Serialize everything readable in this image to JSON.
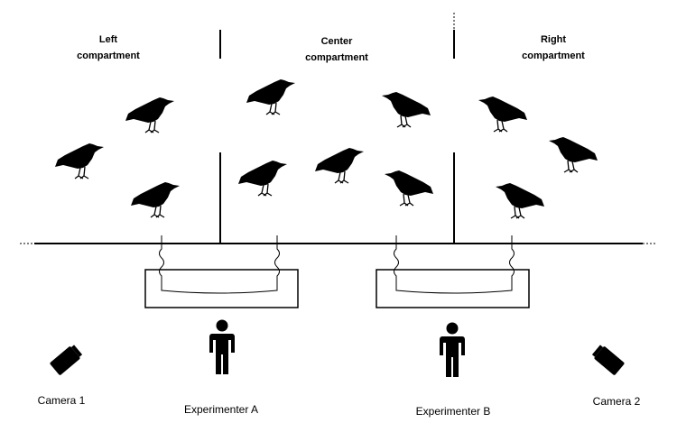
{
  "compartments": {
    "left": {
      "line1": "Left",
      "line2": "compartment"
    },
    "center": {
      "line1": "Center",
      "line2": "compartment"
    },
    "right": {
      "line1": "Right",
      "line2": "compartment"
    }
  },
  "people": {
    "experimenter_a": "Experimenter A",
    "experimenter_b": "Experimenter B"
  },
  "cameras": {
    "camera_1": "Camera 1",
    "camera_2": "Camera 2"
  },
  "icons": {
    "bird": "crow-silhouette-icon",
    "person": "person-silhouette-icon",
    "camera": "camera-icon"
  },
  "colors": {
    "ink": "#000000",
    "background": "#ffffff"
  }
}
